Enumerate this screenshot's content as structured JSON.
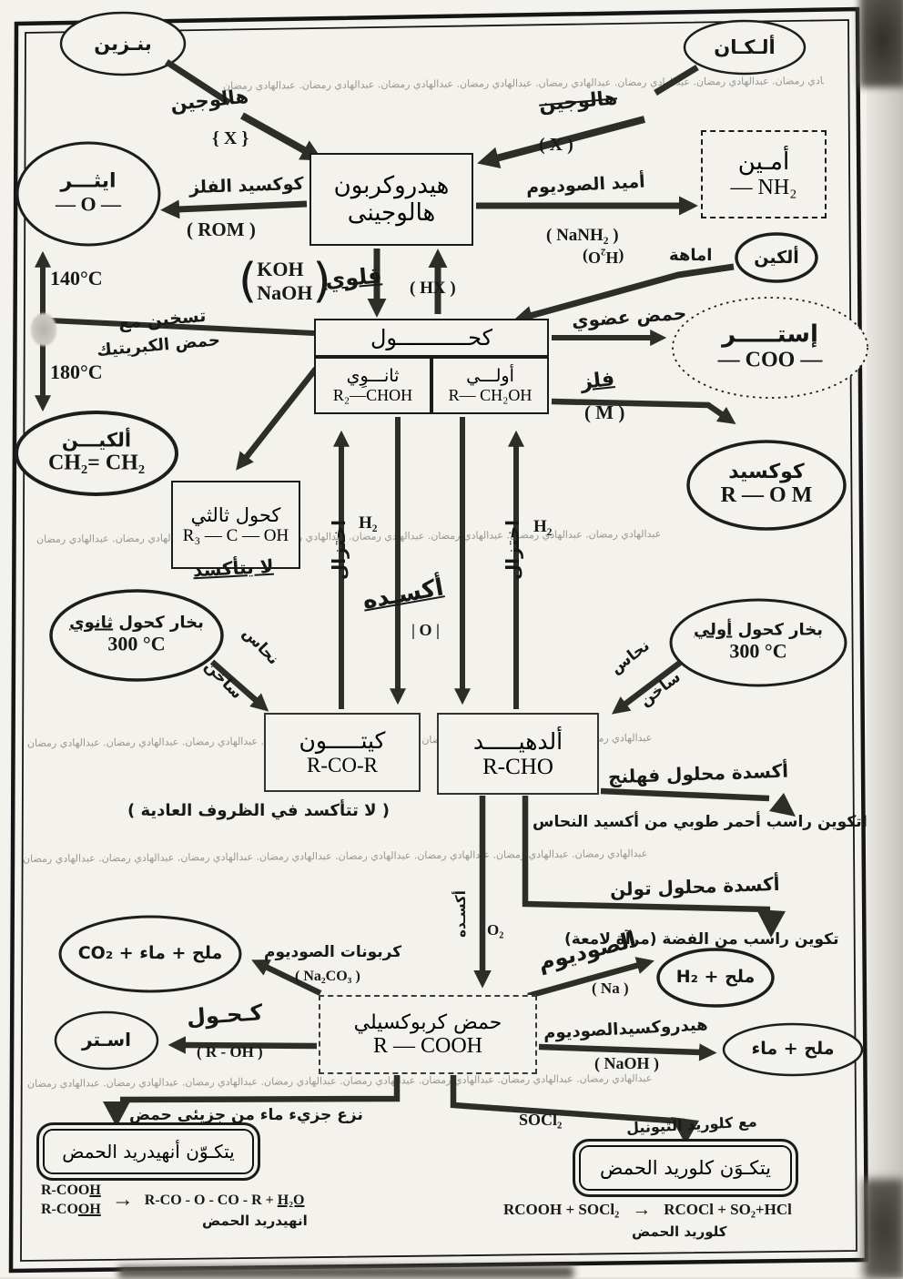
{
  "wm": "عبدالهادي رمضان. عبدالهادي رمضان. عبدالهادي رمضان. عبدالهادي رمضان. عبدالهادي رمضان. عبدالهادي رمضان. عبدالهادي رمضان. عبدالهادي رمضان",
  "nodes": {
    "benzene": "بنـزين",
    "alkane": "ألـكـان",
    "halo1": "هيدروكربون",
    "halo2": "هالوجينى",
    "ether1": "ايثـــر",
    "ether2": "— O —",
    "amine1": "أمـين",
    "amine2": "— NH₂",
    "alkene_sm": "ألكين",
    "alcohol": "كحـــــــــــول",
    "sec1": "ثانـــوِي",
    "sec2": "R₂—CHOH",
    "pri1": "أولـــي",
    "pri2": "R— CH₂OH",
    "ester1": "إستـــــر",
    "ester2": "— COO —",
    "alkoxide1": "كوكسيد",
    "alkoxide2": "R — O M",
    "alkene1": "ألكيـــن",
    "alkene2": "CH₂= CH₂",
    "tert1": "كحول ثالثي",
    "tert2": "R₃ — C — OH",
    "tert_note": "لا يتأكسد",
    "secvap1a": "بخار كحول ",
    "secvap1b": "ثانوي",
    "secvap2": "300 °C",
    "privap1a": "بخار كحول ",
    "privap1b": "أولي",
    "privap2": "300 °C",
    "ketone1": "كيتـــــون",
    "ketone2": "R-CO-R",
    "ald1": "ألدهيـــــد",
    "ald2": "R-CHO",
    "acid1": "حمض كربوكسيلي",
    "acid2": "R — COOH",
    "co2salt": "ملح + ماء + CO₂",
    "ester_sm": "اسـتر",
    "salth2": "ملح + H₂",
    "saltwater": "ملح + ماء",
    "anhydride": "يتكـوّن أنهيدريد الحمض",
    "chloride": "يتكـوَن كلوريد الحمض"
  },
  "labels": {
    "halogen_l": "هالوجين",
    "x_l": "{ X }",
    "halogen_r": "هالوجين",
    "x_r": "( X )",
    "rom1": "كوكسيد الفلز",
    "rom2": "( ROM )",
    "amide1": "أميد الصوديوم",
    "amide2": "( NaNH₂ )",
    "koh": "KOH",
    "naoh": "NaOH",
    "alkali": "قلوي",
    "hx": "( HX )",
    "hydr1": "اماهة",
    "hydr2": "(H₂O)",
    "org_acid": "حمض عضوي",
    "metal1": "فلز",
    "metal2": "( M )",
    "t140": "140°C",
    "t180": "180°C",
    "heat1": "تسخين مع",
    "heat2": "حمض الكبريتيك",
    "red": "اختزال",
    "h2": "H₂",
    "oxw": "أكسـده",
    "oxo": "| O |",
    "cu1": "نحاس",
    "cu2": "ساخن",
    "no_ox": "( لا تتأكسد في الظروف العادية )",
    "fehling": "أكسدة محلول فهلنج",
    "fehling_res": "تكوين راسب أحمر طوبي من أكسيد النحاسI",
    "tollens": "أكسدة محلول تولن",
    "tollens_res": "تكوين راسب من الفضة (مرآة لامعة)",
    "o2": "O₂",
    "na1": "الصوديوم",
    "na2": "( Na )",
    "naoh1": "هيدروكسيدالصوديوم",
    "naoh2": "( NaOH )",
    "carb1": "كربونات الصوديوم",
    "carb2": "( Na₂CO₃ )",
    "alc1": "كـحـول",
    "alc2": "( R - OH )",
    "dehydr": "نزع جزيء ماء من جزيئي حمض",
    "thionyl1": "مع كلوريد الثيونيل",
    "thionyl2": "SOCl₂"
  },
  "eq": {
    "l1a": "R-COO",
    "l1b": "H",
    "l2a": "R-CO",
    "l2b": "OH",
    "arrow": "→",
    "lrhs": "R-CO - O - CO - R + ",
    "lrhsu": "H₂O",
    "lname": "انهيدريد الحمض",
    "r1": "RCOOH + SOCl₂",
    "r2": "RCOCl + SO₂+HCl",
    "rname": "كلوريد الحمض"
  }
}
